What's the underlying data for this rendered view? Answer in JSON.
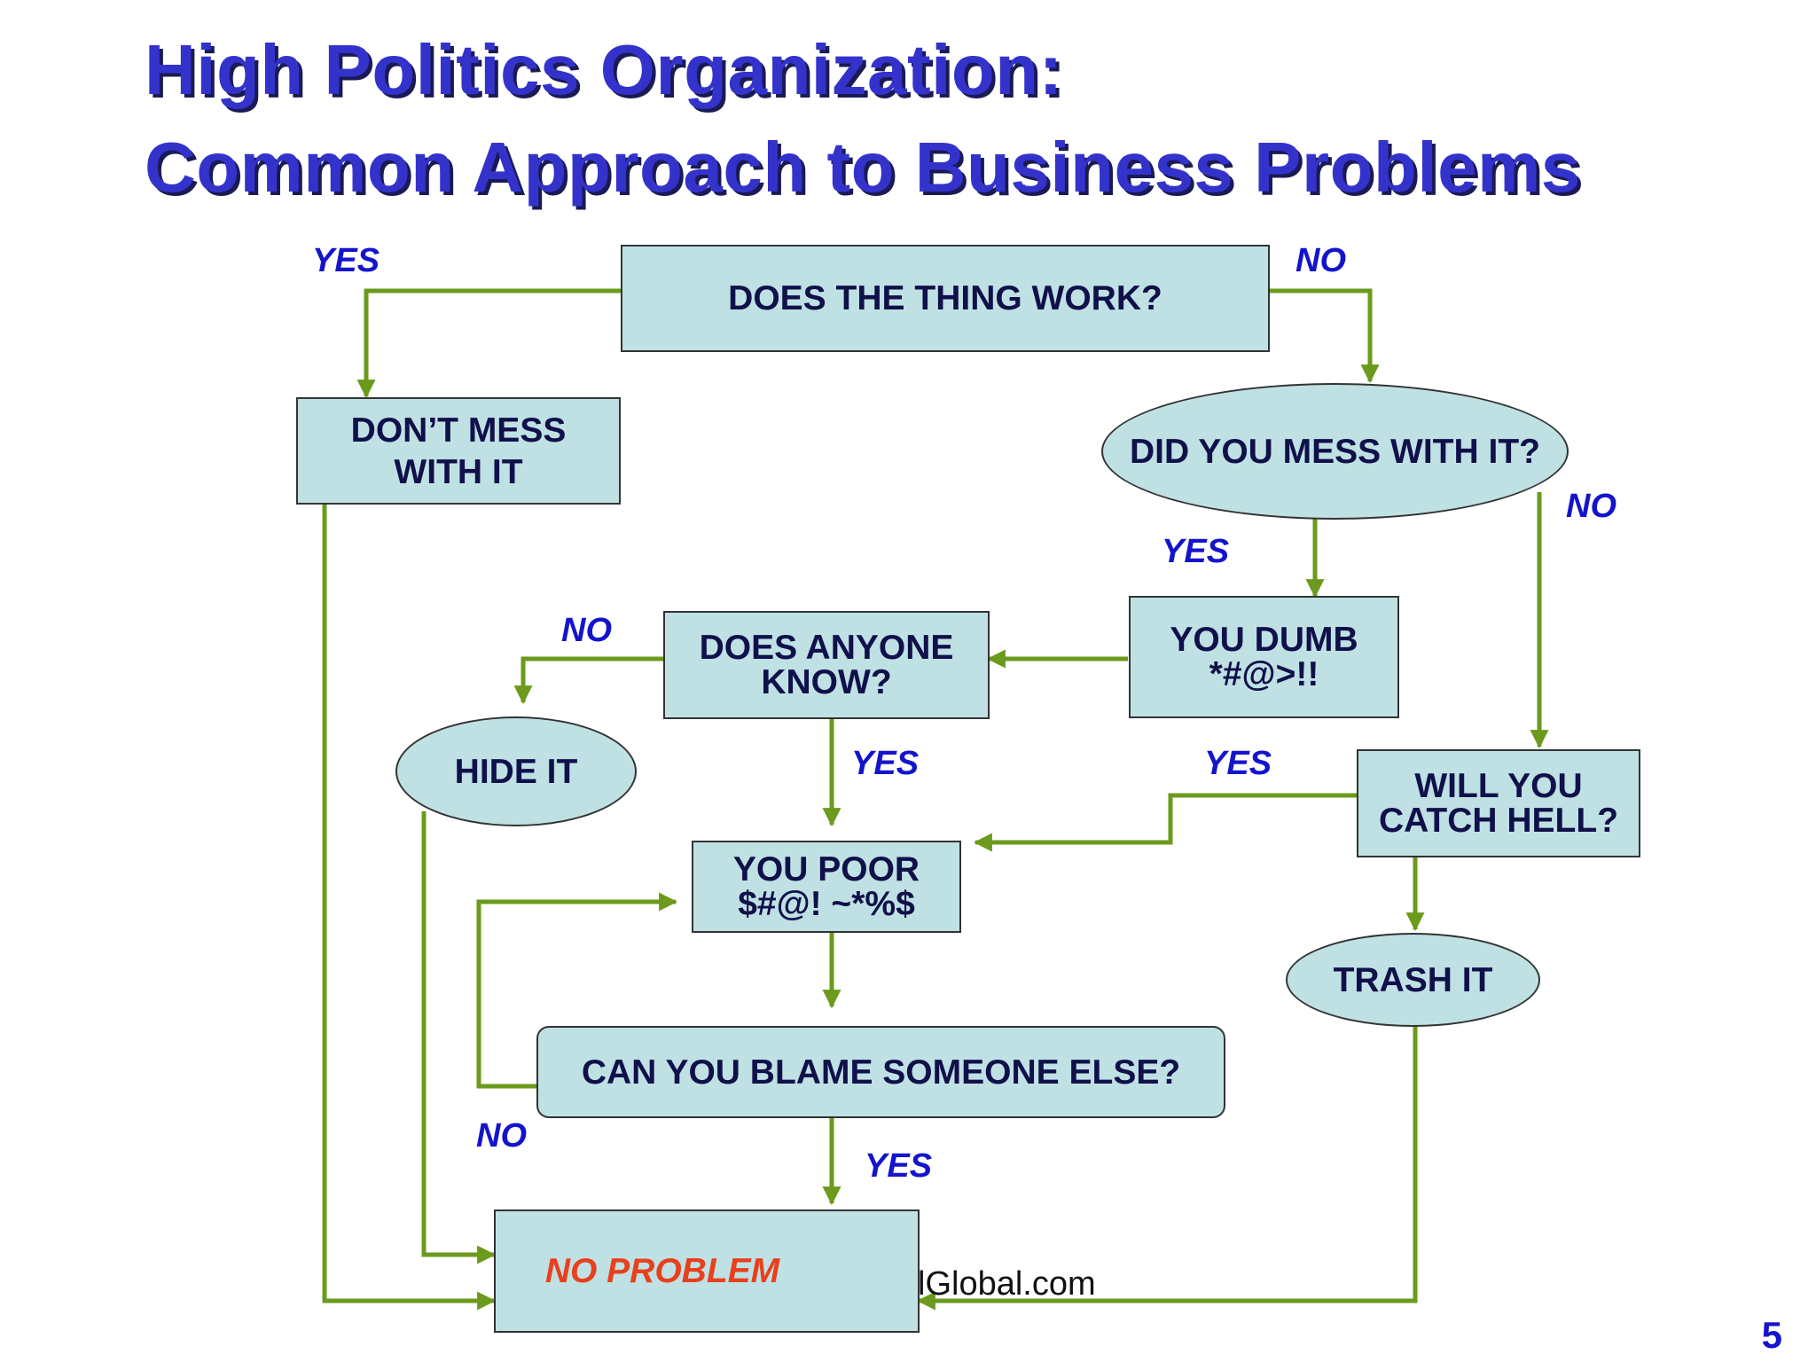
{
  "title": {
    "line1": "High Politics Organization:",
    "line2": "Common Approach to Business Problems"
  },
  "nodes": {
    "works": "DOES THE  THING WORK?",
    "dont_mess": [
      "DON’T MESS",
      "WITH IT"
    ],
    "mess": "DID YOU MESS WITH IT?",
    "dumb": [
      "YOU DUMB",
      "*#@>!!"
    ],
    "anyone": [
      "DOES ANYONE",
      "KNOW?"
    ],
    "hide": "HIDE IT",
    "catch": [
      "WILL YOU",
      "CATCH HELL?"
    ],
    "poor": [
      "YOU POOR",
      "$#@! ~*%$"
    ],
    "trash": "TRASH IT",
    "blame": "CAN YOU BLAME SOMEONE ELSE?",
    "noproblem": "NO PROBLEM"
  },
  "labels": {
    "works_yes": "YES",
    "works_no": "NO",
    "mess_yes": "YES",
    "mess_no": "NO",
    "anyone_no": "NO",
    "anyone_yes": "YES",
    "catch_yes": "YES",
    "blame_no": "NO",
    "blame_yes": "YES"
  },
  "watermark": "lGlobal.com",
  "page_number": "5",
  "colors": {
    "wire": "#6b9a1c",
    "box_fill": "#bfe1e4",
    "label": "#1414cc",
    "title": "#3333cc",
    "highlight": "#e8401c"
  }
}
